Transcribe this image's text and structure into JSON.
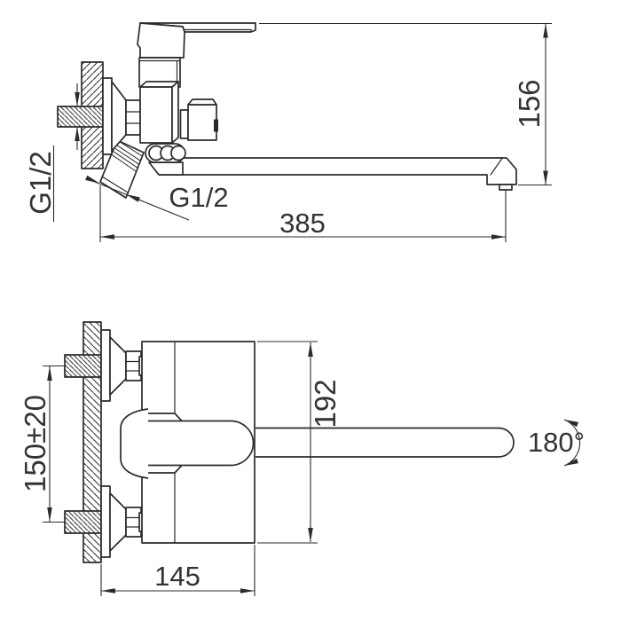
{
  "colors": {
    "line": "#2b2b2b",
    "text": "#333333",
    "background": "#ffffff"
  },
  "side_view": {
    "name": "wall-mounted mixer side elevation",
    "dim_height": "156",
    "dim_reach": "385",
    "thread_supply": "G1/2",
    "thread_shower": "G1/2"
  },
  "plan_view": {
    "name": "wall-mounted mixer plan view",
    "dim_spacing": "150±20",
    "dim_span": "192",
    "dim_depth": "145",
    "swivel": "180°"
  }
}
